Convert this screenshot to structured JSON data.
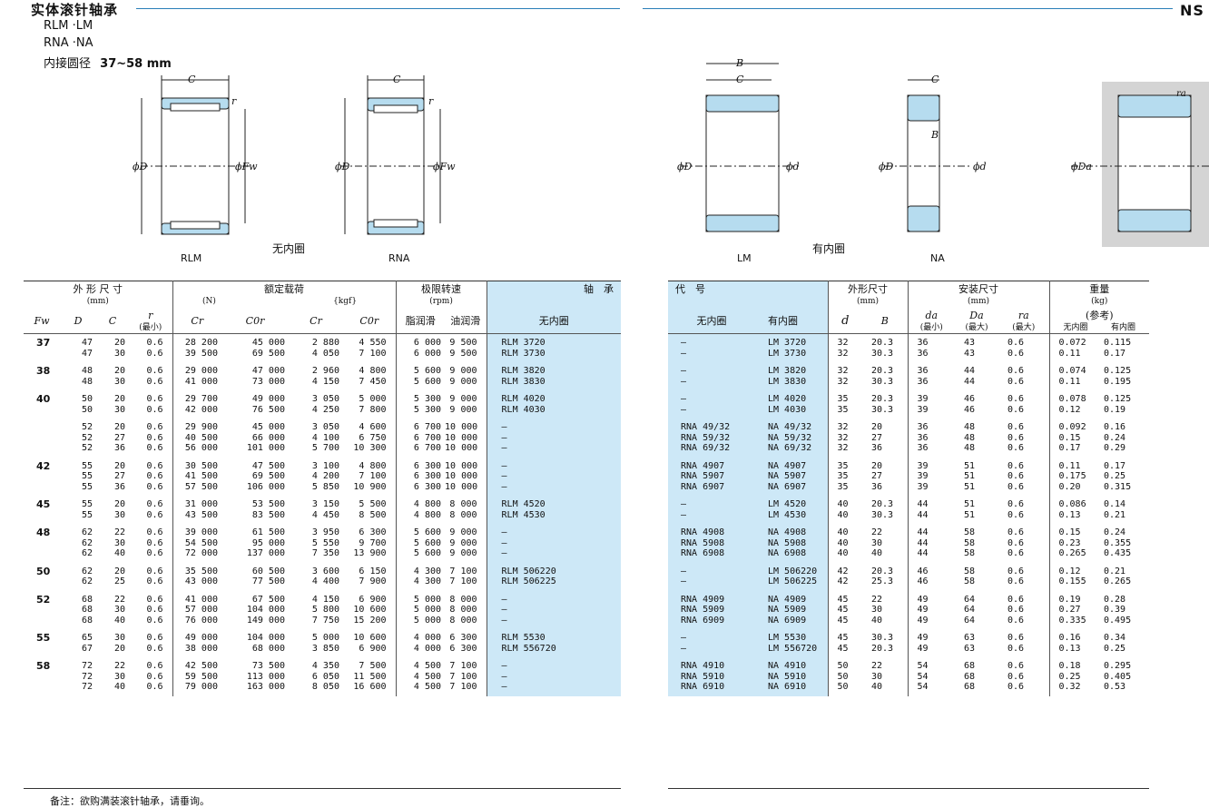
{
  "header": {
    "title": "实体滚针轴承",
    "sub1": "RLM ·LM",
    "sub2": "RNA ·NA",
    "sub3_prefix": "内接圆径",
    "sub3_range": "37~58 mm",
    "logo": "NS"
  },
  "diagrams": {
    "left_caption": "无内圈",
    "right_caption": "有内圈",
    "labels": {
      "rlm": "RLM",
      "rna": "RNA",
      "lm": "LM",
      "na": "NA",
      "C": "C",
      "B": "B",
      "r": "r",
      "ra": "ra",
      "phiD": "ϕD",
      "phiFw": "ϕFw",
      "phid": "ϕd",
      "phiDa": "ϕDa"
    }
  },
  "left_table": {
    "h_dims": "外 形 尺 寸",
    "h_dims_unit": "(mm)",
    "h_load": "额定载荷",
    "h_load_unit_n": "(N)",
    "h_load_unit_kgf": "{kgf}",
    "h_speed": "极限转速",
    "h_speed_unit": "(rpm)",
    "h_bearing": "轴　承",
    "c_fw": "Fw",
    "c_D": "D",
    "c_C": "C",
    "c_r": "r",
    "c_r_min": "(最小)",
    "c_cr": "Cr",
    "c_c0r": "C0r",
    "c_cr2": "Cr",
    "c_c0r2": "C0r",
    "c_grease": "脂润滑",
    "c_oil": "油润滑",
    "c_noinner": "无内圈",
    "rows": [
      {
        "fw": "37",
        "D": "47\n47",
        "C": "20\n30",
        "r": "0.6\n0.6",
        "cr": "28 200\n39 500",
        "c0r": "45 000\n69 500",
        "kcr": "2 880\n4 050",
        "kc0r": "4 550\n7 100",
        "gr": "6 000\n6 000",
        "oil": "9 500\n9 500",
        "code": "RLM 3720\nRLM 3730"
      },
      {
        "fw": "38",
        "D": "48\n48",
        "C": "20\n30",
        "r": "0.6\n0.6",
        "cr": "29 000\n41 000",
        "c0r": "47 000\n73 000",
        "kcr": "2 960\n4 150",
        "kc0r": "4 800\n7 450",
        "gr": "5 600\n5 600",
        "oil": "9 000\n9 000",
        "code": "RLM 3820\nRLM 3830"
      },
      {
        "fw": "40",
        "D": "50\n50",
        "C": "20\n30",
        "r": "0.6\n0.6",
        "cr": "29 700\n42 000",
        "c0r": "49 000\n76 500",
        "kcr": "3 050\n4 250",
        "kc0r": "5 000\n7 800",
        "gr": "5 300\n5 300",
        "oil": "9 000\n9 000",
        "code": "RLM 4020\nRLM 4030"
      },
      {
        "fw": "",
        "D": "52\n52\n52",
        "C": "20\n27\n36",
        "r": "0.6\n0.6\n0.6",
        "cr": "29 900\n40 500\n56 000",
        "c0r": "45 000\n66 000\n101 000",
        "kcr": "3 050\n4 100\n5 700",
        "kc0r": "4 600\n6 750\n10 300",
        "gr": "6 700\n6 700\n6 700",
        "oil": "10 000\n10 000\n10 000",
        "code": "—\n—\n—"
      },
      {
        "fw": "42",
        "D": "55\n55\n55",
        "C": "20\n27\n36",
        "r": "0.6\n0.6\n0.6",
        "cr": "30 500\n41 500\n57 500",
        "c0r": "47 500\n69 500\n106 000",
        "kcr": "3 100\n4 200\n5 850",
        "kc0r": "4 800\n7 100\n10 900",
        "gr": "6 300\n6 300\n6 300",
        "oil": "10 000\n10 000\n10 000",
        "code": "—\n—\n—"
      },
      {
        "fw": "45",
        "D": "55\n55",
        "C": "20\n30",
        "r": "0.6\n0.6",
        "cr": "31 000\n43 500",
        "c0r": "53 500\n83 500",
        "kcr": "3 150\n4 450",
        "kc0r": "5 500\n8 500",
        "gr": "4 800\n4 800",
        "oil": "8 000\n8 000",
        "code": "RLM 4520\nRLM 4530"
      },
      {
        "fw": "48",
        "D": "62\n62\n62",
        "C": "22\n30\n40",
        "r": "0.6\n0.6\n0.6",
        "cr": "39 000\n54 500\n72 000",
        "c0r": "61 500\n95 000\n137 000",
        "kcr": "3 950\n5 550\n7 350",
        "kc0r": "6 300\n9 700\n13 900",
        "gr": "5 600\n5 600\n5 600",
        "oil": "9 000\n9 000\n9 000",
        "code": "—\n—\n—"
      },
      {
        "fw": "50",
        "D": "62\n62",
        "C": "20\n25",
        "r": "0.6\n0.6",
        "cr": "35 500\n43 000",
        "c0r": "60 500\n77 500",
        "kcr": "3 600\n4 400",
        "kc0r": "6 150\n7 900",
        "gr": "4 300\n4 300",
        "oil": "7 100\n7 100",
        "code": "RLM 506220\nRLM 506225"
      },
      {
        "fw": "52",
        "D": "68\n68\n68",
        "C": "22\n30\n40",
        "r": "0.6\n0.6\n0.6",
        "cr": "41 000\n57 000\n76 000",
        "c0r": "67 500\n104 000\n149 000",
        "kcr": "4 150\n5 800\n7 750",
        "kc0r": "6 900\n10 600\n15 200",
        "gr": "5 000\n5 000\n5 000",
        "oil": "8 000\n8 000\n8 000",
        "code": "—\n—\n—"
      },
      {
        "fw": "55",
        "D": "65\n67",
        "C": "30\n20",
        "r": "0.6\n0.6",
        "cr": "49 000\n38 000",
        "c0r": "104 000\n68 000",
        "kcr": "5 000\n3 850",
        "kc0r": "10 600\n6 900",
        "gr": "4 000\n4 000",
        "oil": "6 300\n6 300",
        "code": "RLM 5530\nRLM 556720"
      },
      {
        "fw": "58",
        "D": "72\n72\n72",
        "C": "22\n30\n40",
        "r": "0.6\n0.6\n0.6",
        "cr": "42 500\n59 500\n79 000",
        "c0r": "73 500\n113 000\n163 000",
        "kcr": "4 350\n6 050\n8 050",
        "kc0r": "7 500\n11 500\n16 600",
        "gr": "4 500\n4 500\n4 500",
        "oil": "7 100\n7 100\n7 100",
        "code": "—\n—\n—"
      }
    ]
  },
  "right_table": {
    "h_code": "代　号",
    "h_dims": "外形尺寸",
    "h_dims_unit": "(mm)",
    "h_mount": "安装尺寸",
    "h_mount_unit": "(mm)",
    "h_weight": "重量",
    "h_weight_unit": "(kg)",
    "c_noinner": "无内圈",
    "c_inner": "有内圈",
    "c_d": "d",
    "c_B": "B",
    "c_da": "da",
    "c_da_sub": "(最小)",
    "c_Da": "Da",
    "c_Da_sub": "(最大)",
    "c_ra": "ra",
    "c_ra_sub": "(最大)",
    "c_ref": "(参考)",
    "c_w_noinner": "无内圈",
    "c_w_inner": "有内圈",
    "rows": [
      {
        "no": "—\n—",
        "with": "LM 3720\nLM 3730",
        "d": "32\n32",
        "B": "20.3\n30.3",
        "da": "36\n36",
        "Da": "43\n43",
        "ra": "0.6\n0.6",
        "w1": "0.072\n0.11",
        "w2": "0.115\n0.17"
      },
      {
        "no": "—\n—",
        "with": "LM 3820\nLM 3830",
        "d": "32\n32",
        "B": "20.3\n30.3",
        "da": "36\n36",
        "Da": "44\n44",
        "ra": "0.6\n0.6",
        "w1": "0.074\n0.11",
        "w2": "0.125\n0.195"
      },
      {
        "no": "—\n—",
        "with": "LM 4020\nLM 4030",
        "d": "35\n35",
        "B": "20.3\n30.3",
        "da": "39\n39",
        "Da": "46\n46",
        "ra": "0.6\n0.6",
        "w1": "0.078\n0.12",
        "w2": "0.125\n0.19"
      },
      {
        "no": "RNA 49/32\nRNA 59/32\nRNA 69/32",
        "with": "NA 49/32\nNA 59/32\nNA 69/32",
        "d": "32\n32\n32",
        "B": "20\n27\n36",
        "da": "36\n36\n36",
        "Da": "48\n48\n48",
        "ra": "0.6\n0.6\n0.6",
        "w1": "0.092\n0.15\n0.17",
        "w2": "0.16\n0.24\n0.29"
      },
      {
        "no": "RNA 4907\nRNA 5907\nRNA 6907",
        "with": "NA 4907\nNA 5907\nNA 6907",
        "d": "35\n35\n35",
        "B": "20\n27\n36",
        "da": "39\n39\n39",
        "Da": "51\n51\n51",
        "ra": "0.6\n0.6\n0.6",
        "w1": "0.11\n0.175\n0.20",
        "w2": "0.17\n0.25\n0.315"
      },
      {
        "no": "—\n—",
        "with": "LM 4520\nLM 4530",
        "d": "40\n40",
        "B": "20.3\n30.3",
        "da": "44\n44",
        "Da": "51\n51",
        "ra": "0.6\n0.6",
        "w1": "0.086\n0.13",
        "w2": "0.14\n0.21"
      },
      {
        "no": "RNA 4908\nRNA 5908\nRNA 6908",
        "with": "NA 4908\nNA 5908\nNA 6908",
        "d": "40\n40\n40",
        "B": "22\n30\n40",
        "da": "44\n44\n44",
        "Da": "58\n58\n58",
        "ra": "0.6\n0.6\n0.6",
        "w1": "0.15\n0.23\n0.265",
        "w2": "0.24\n0.355\n0.435"
      },
      {
        "no": "—\n—",
        "with": "LM 506220\nLM 506225",
        "d": "42\n42",
        "B": "20.3\n25.3",
        "da": "46\n46",
        "Da": "58\n58",
        "ra": "0.6\n0.6",
        "w1": "0.12\n0.155",
        "w2": "0.21\n0.265"
      },
      {
        "no": "RNA 4909\nRNA 5909\nRNA 6909",
        "with": "NA 4909\nNA 5909\nNA 6909",
        "d": "45\n45\n45",
        "B": "22\n30\n40",
        "da": "49\n49\n49",
        "Da": "64\n64\n64",
        "ra": "0.6\n0.6\n0.6",
        "w1": "0.19\n0.27\n0.335",
        "w2": "0.28\n0.39\n0.495"
      },
      {
        "no": "—\n—",
        "with": "LM 5530\nLM 556720",
        "d": "45\n45",
        "B": "30.3\n20.3",
        "da": "49\n49",
        "Da": "63\n63",
        "ra": "0.6\n0.6",
        "w1": "0.16\n0.13",
        "w2": "0.34\n0.25"
      },
      {
        "no": "RNA 4910\nRNA 5910\nRNA 6910",
        "with": "NA 4910\nNA 5910\nNA 6910",
        "d": "50\n50\n50",
        "B": "22\n30\n40",
        "da": "54\n54\n54",
        "Da": "68\n68\n68",
        "ra": "0.6\n0.6\n0.6",
        "w1": "0.18\n0.25\n0.32",
        "w2": "0.295\n0.405\n0.53"
      }
    ]
  },
  "footer": {
    "note": "备注：欲购满装滚针轴承，请垂询。"
  }
}
